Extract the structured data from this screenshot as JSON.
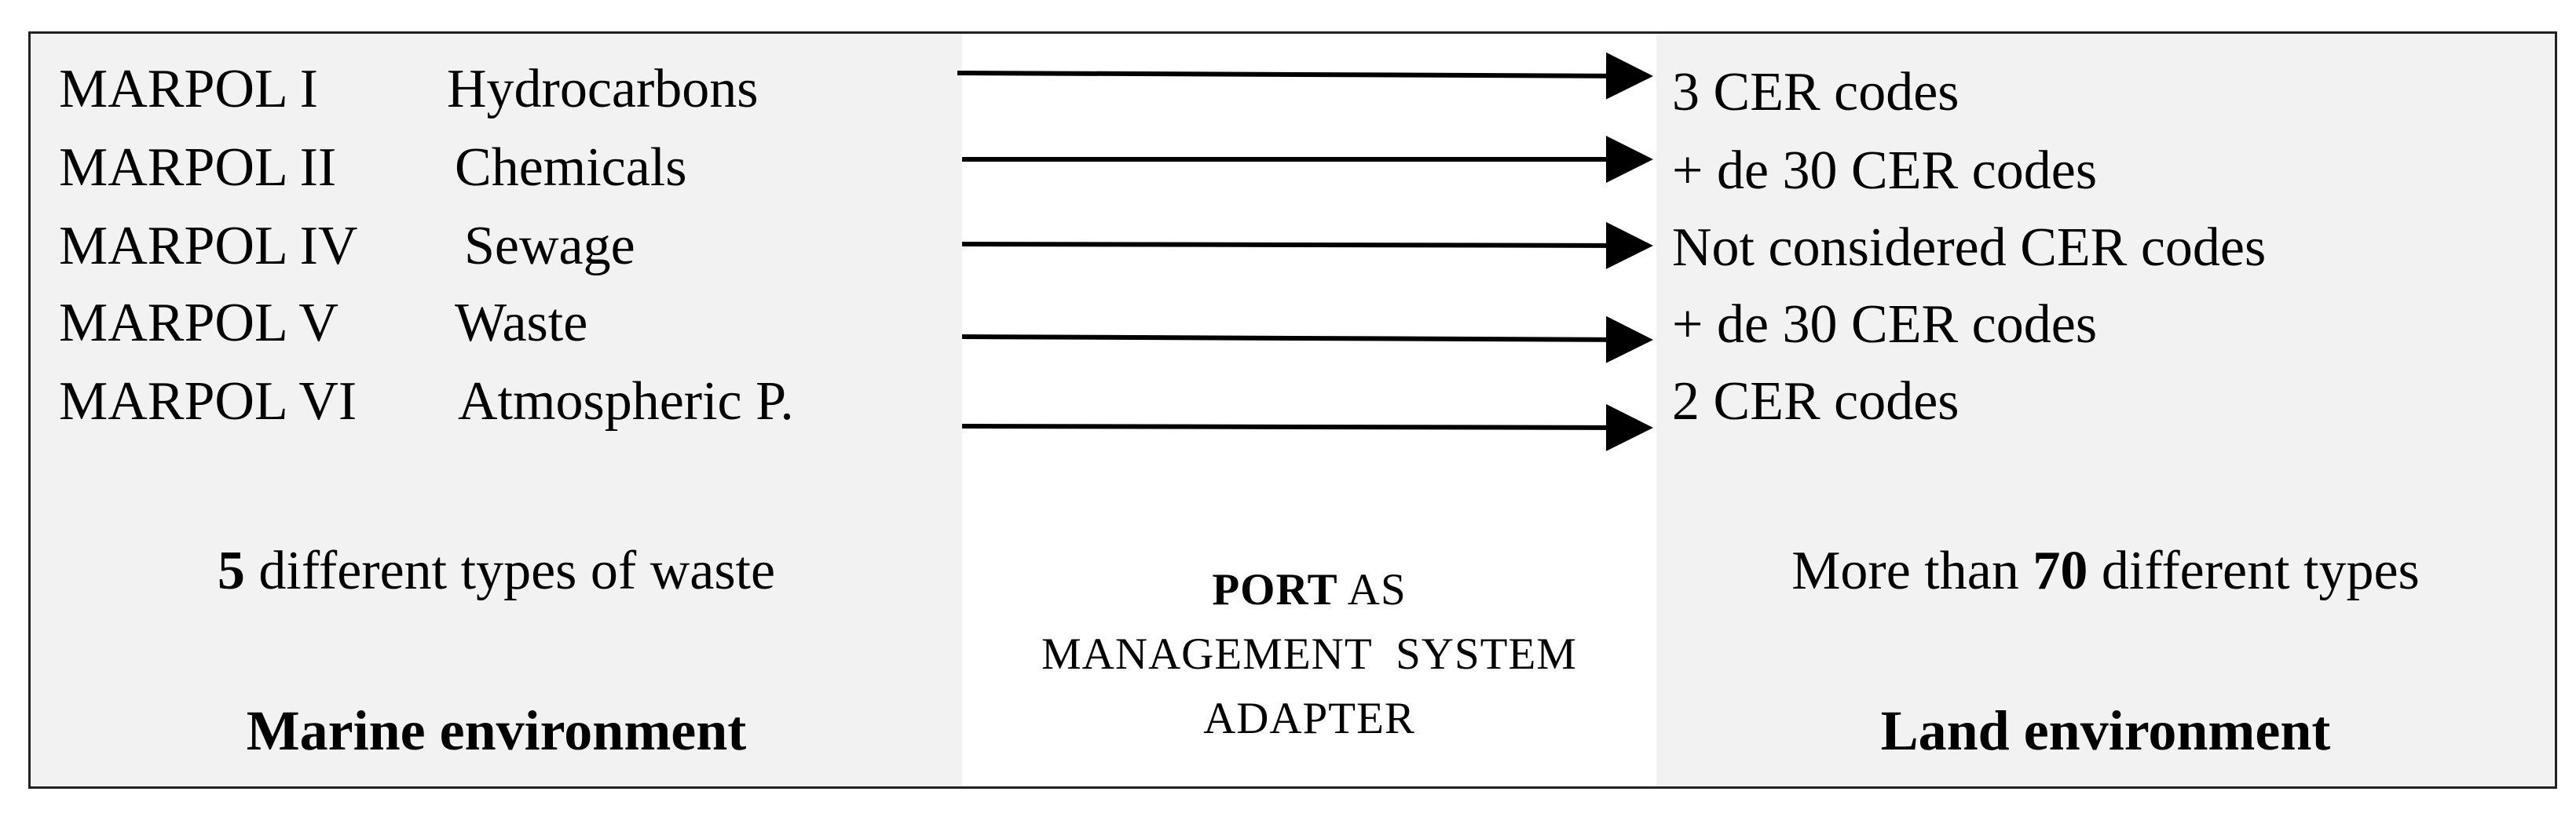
{
  "rows": [
    {
      "annex": "MARPOL I",
      "category": "Hydrocarbons",
      "cer": "3 CER codes"
    },
    {
      "annex": "MARPOL II",
      "category": "Chemicals",
      "cer": "+ de 30 CER codes"
    },
    {
      "annex": "MARPOL IV",
      "category": "Sewage",
      "cer": "Not considered CER codes"
    },
    {
      "annex": "MARPOL V",
      "category": "Waste",
      "cer": "+ de 30 CER codes"
    },
    {
      "annex": "MARPOL VI",
      "category": "Atmospheric P.",
      "cer": "2 CER codes"
    }
  ],
  "marine": {
    "summary_number": "5",
    "summary_text": " different types of waste",
    "title": "Marine environment"
  },
  "land": {
    "summary_prefix": "More than ",
    "summary_number": "70",
    "summary_suffix": " different types",
    "title": "Land environment"
  },
  "adapter": {
    "bold": "PORT",
    "line1_rest": " AS",
    "line2": "MANAGEMENT  SYSTEM",
    "line3": "ADAPTER"
  },
  "colors": {
    "panel": "#f2f2f2",
    "border": "#222222",
    "arrow": "#000000"
  }
}
